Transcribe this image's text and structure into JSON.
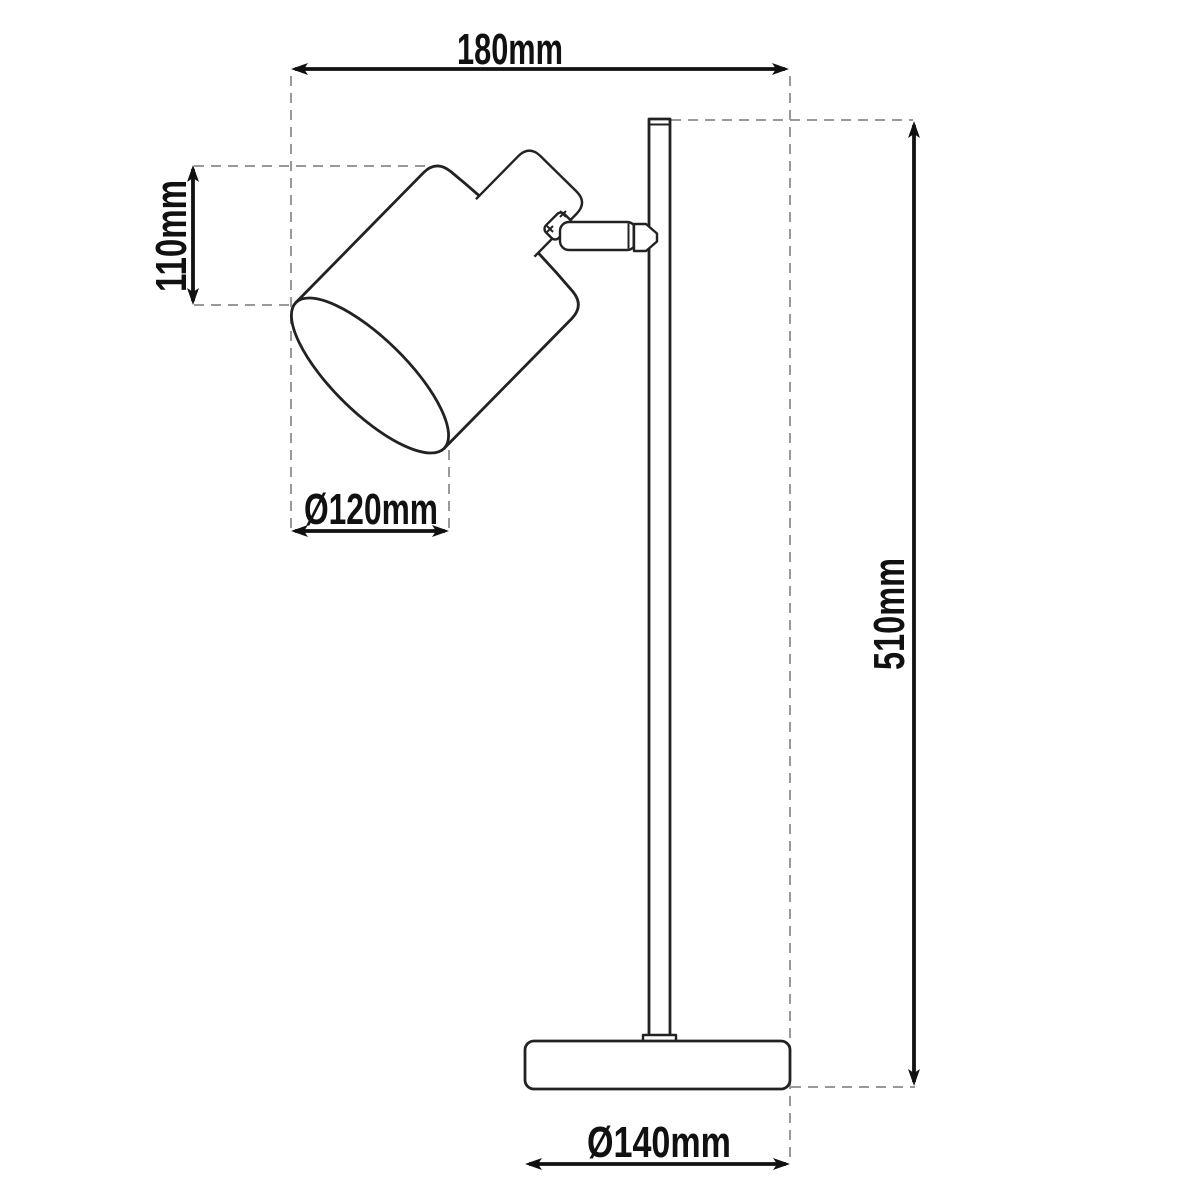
{
  "drawing": {
    "kind": "table-lamp-dimension-drawing",
    "colors": {
      "background": "#ffffff",
      "outline": "#222222",
      "dimension_lines": "#111111",
      "guide_dashes": "#999999"
    },
    "labels": {
      "total_width": "180mm",
      "shade_height": "110mm",
      "shade_diameter": "Ø120mm",
      "total_height": "510mm",
      "base_diameter": "Ø140mm"
    }
  }
}
